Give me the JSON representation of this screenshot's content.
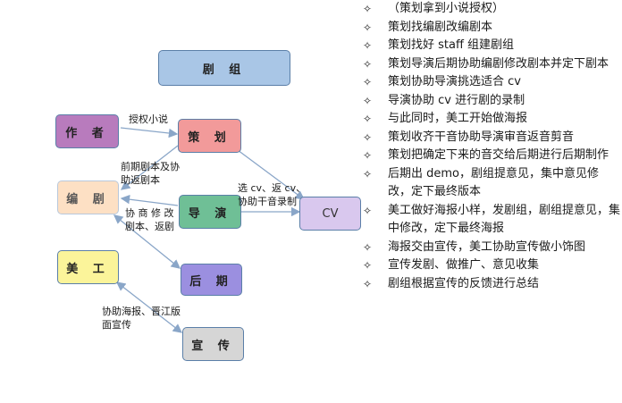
{
  "diagram": {
    "nodes": {
      "crew": "剧 组",
      "author": "作 者",
      "planner": "策 划",
      "writer": "编 剧",
      "director": "导 演",
      "cv": "CV",
      "art": "美 工",
      "post": "后 期",
      "promo": "宣 传"
    },
    "edge_labels": {
      "author_planner": "授权小说",
      "planner_writer_line1": "前期剧本及协",
      "planner_writer_line2": "助返剧本",
      "director_cv_line1": "选 cv、返 cv、",
      "director_cv_line2": "协助干音录制",
      "writer_director_line1": "协 商 修 改",
      "writer_director_line2": "剧本、返剧",
      "art_promo_line1": "协助海报、晋江版",
      "art_promo_line2": "面宣传"
    }
  },
  "steps": [
    "（策划拿到小说授权）",
    "策划找编剧改编剧本",
    "策划找好 staff 组建剧组",
    "策划导演后期协助编剧修改剧本并定下剧本",
    "策划协助导演挑选适合 cv",
    "导演协助 cv 进行剧的录制",
    "与此同时，美工开始做海报",
    "策划收齐干音协助导演审音返音剪音",
    "策划把确定下来的音交给后期进行后期制作",
    "后期出 demo，剧组提意见，集中意见修改，定下最终版本",
    "美工做好海报小样，发剧组，剧组提意见，集中修改，定下最终海报",
    "海报交由宣传，美工协助宣传做小饰图",
    "宣传发剧、做推广、意见收集",
    "剧组根据宣传的反馈进行总结"
  ],
  "colors": {
    "crew": "#a9c6e6",
    "author": "#b87bbd",
    "planner": "#f29a9a",
    "writer": "#fde0c4",
    "director": "#6fbf96",
    "cv": "#d9c8ee",
    "art": "#fbf49a",
    "post": "#9b8fe0",
    "promo": "#d6d6d6",
    "arrow": "#8aa6c8"
  }
}
